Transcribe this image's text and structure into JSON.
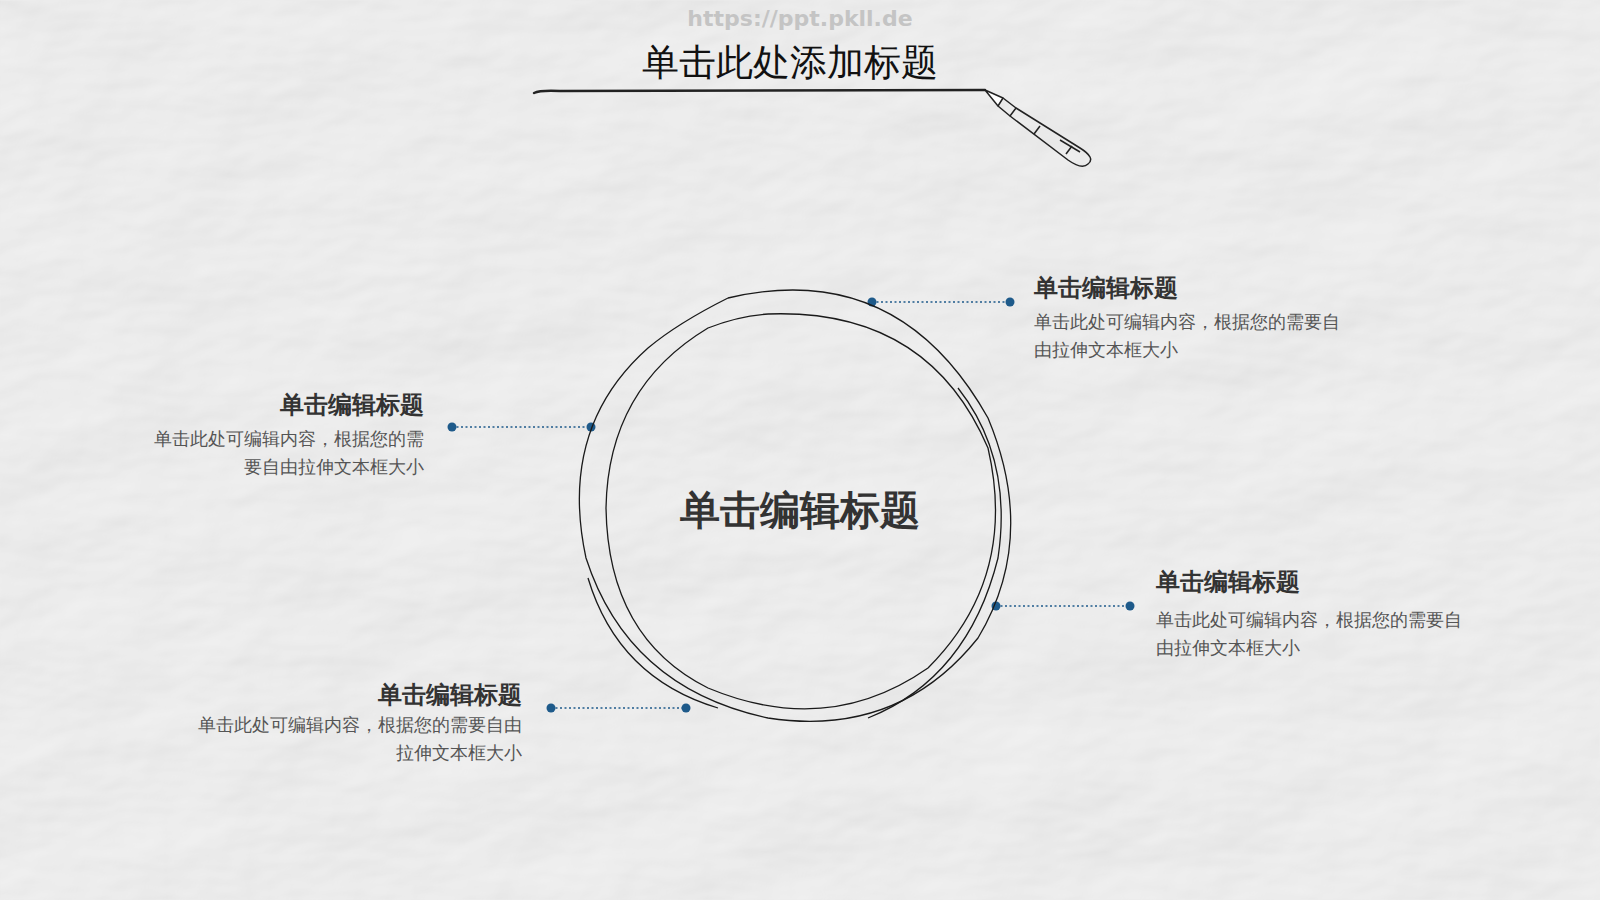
{
  "diagram": {
    "title": "单击此处添加标题",
    "nodes": [
      {
        "text": [
          "单击编辑标题"
        ]
      }
    ],
    "labels": [
      "https://ppt.pkll.de",
      "单击编辑标题",
      "单击此处可编辑内容，根据您的需要自由拉伸文本框大小",
      "单击编辑标题",
      "单击此处可编辑内容，根据您的需要自由拉伸文本框大小",
      "单击编辑标题",
      "单击此处可编辑内容，根据您的需要自由拉伸文本框大小",
      "单击编辑标题",
      "单击此处可编辑内容，根据您的需要自由拉伸文本框大小"
    ]
  }
}
